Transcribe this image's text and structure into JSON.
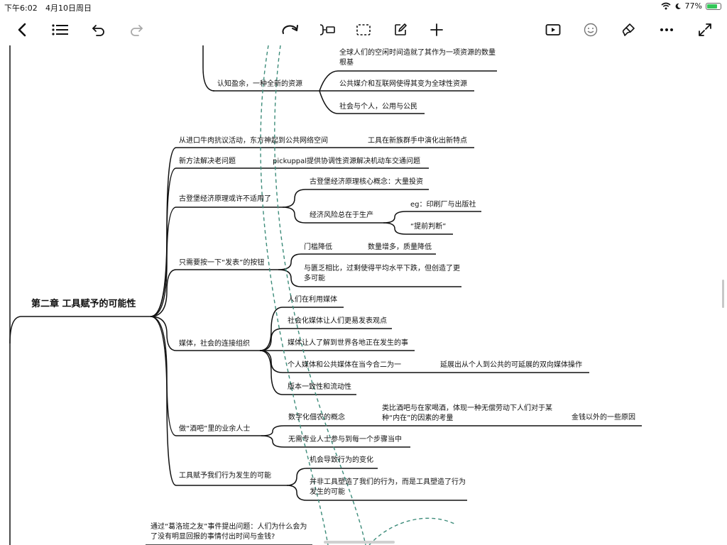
{
  "status_bar": {
    "time": "下午6:02",
    "date": "4月10日周日",
    "battery": "77%",
    "battery_level": 0.77
  },
  "toolbar": {
    "icons": [
      "back-icon",
      "outline-list-icon",
      "undo-icon",
      "redo-icon",
      "redo-arrow-icon",
      "insert-topic-icon",
      "select-box-icon",
      "edit-icon",
      "add-icon",
      "present-icon",
      "emoji-icon",
      "brush-icon",
      "more-icon",
      "fullscreen-icon"
    ]
  },
  "mindmap": {
    "root": "第二章 工具赋予的可能性",
    "partial_top": {
      "label": "认知盈余，一种全新的资源",
      "children": [
        "全球人们的空闲时间造就了其作为一项资源的数量根基",
        "公共媒介和互联网使得其变为全球性资源",
        "社会与个人，公用与公民"
      ]
    },
    "branches": [
      {
        "label": "从进口牛肉抗议活动，东方神起到公共网络空间",
        "children": [
          "工具在新族群手中演化出新特点"
        ]
      },
      {
        "label": "新方法解决老问题",
        "children": [
          "pickuppal提供协调性资源解决机动车交通问题"
        ]
      },
      {
        "label": "古登堡经济原理或许不适用了",
        "children": [
          "古登堡经济原理核心概念：大量投资",
          "经济风险总在于生产"
        ],
        "grandchildren": [
          "eg：印刷厂与出版社",
          "“提前判断”"
        ]
      },
      {
        "label": "只需要按一下“发表”的按钮",
        "children": [
          "门槛降低",
          "与匮乏相比，过剩使得平均水平下跌，但创造了更多可能"
        ],
        "grandchildren": [
          "数量增多，质量降低"
        ]
      },
      {
        "label": "媒体，社会的连接组织",
        "children": [
          "人们在利用媒体",
          "社会化媒体让人们更易发表观点",
          "媒体让人了解到世界各地正在发生的事",
          "个人媒体和公共媒体在当今合二为一",
          "版本一致性和流动性"
        ],
        "grandchildren": [
          "延展出从个人到公共的可延展的双向媒体操作"
        ]
      },
      {
        "label": "做“酒吧”里的业余人士",
        "children": [
          "数字化佃农的概念",
          "无需专业人士参与到每一个步骤当中"
        ],
        "grandchildren": [
          "类比酒吧与在家喝酒，体现一种无偿劳动下人们对于某种“内在”的因素的考量",
          "金钱以外的一些原因"
        ]
      },
      {
        "label": "工具赋予我们行为发生的可能",
        "children": [
          "机会导致行为的变化",
          "并非工具塑造了我们的行为，而是工具塑造了行为发生的可能"
        ]
      }
    ],
    "next_root": "通过“葛洛班之友”事件提出问题：人们为什么会为了没有明显回报的事情付出时间与金钱?"
  },
  "colors": {
    "line": "#111111",
    "dashed": "#3d8c7a",
    "battery": "#34c759"
  }
}
